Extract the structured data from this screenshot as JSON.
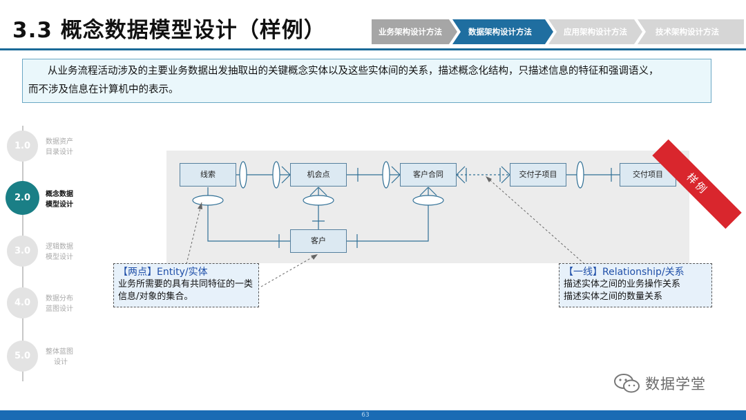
{
  "title": "3.3 概念数据模型设计（样例）",
  "steps": [
    {
      "label": "业务架构设计方法",
      "state": "done",
      "color": "#a6a6a6"
    },
    {
      "label": "数据架构设计方法",
      "state": "active",
      "color": "#1f6ea0"
    },
    {
      "label": "应用架构设计方法",
      "state": "todo",
      "color": "#d6d6d6"
    },
    {
      "label": "技术架构设计方法",
      "state": "todo",
      "color": "#d6d6d6"
    }
  ],
  "description": {
    "line1": "从业务流程活动涉及的主要业务数据出发抽取出的关键概念实体以及这些实体间的关系，描述概念化结构，只描述信息的特征和强调语义，",
    "line2": "而不涉及信息在计算机中的表示。"
  },
  "sidebar": {
    "items": [
      {
        "number": "1.0",
        "line1": "数据资产",
        "line2": "目录设计",
        "active": false
      },
      {
        "number": "2.0",
        "line1": "概念数据",
        "line2": "模型设计",
        "active": true
      },
      {
        "number": "3.0",
        "line1": "逻辑数据",
        "line2": "模型设计",
        "active": false
      },
      {
        "number": "4.0",
        "line1": "数据分布",
        "line2": "蓝图设计",
        "active": false
      },
      {
        "number": "5.0",
        "line1": "整体蓝图",
        "line2": "设计",
        "active": false
      }
    ]
  },
  "diagram": {
    "entities": [
      "线索",
      "机会点",
      "客户合同",
      "交付子项目",
      "交付项目",
      "客户"
    ],
    "banner": "样例"
  },
  "callout_entity": {
    "head": "【两点】Entity/实体",
    "line1": "业务所需要的具有共同特征的一类",
    "line2": "信息/对象的集合。"
  },
  "callout_relation": {
    "head": "【一线】Relationship/关系",
    "line1": "描述实体之间的业务操作关系",
    "line2": "描述实体之间的数量关系"
  },
  "footer": {
    "page": "63"
  },
  "watermark": {
    "text": "数据学堂",
    "icon": "wechat-icon"
  },
  "colors": {
    "accent": "#1a6a98",
    "active_nav": "#1a7f86",
    "banner": "#d9262d",
    "footer": "#1a6bb4"
  }
}
